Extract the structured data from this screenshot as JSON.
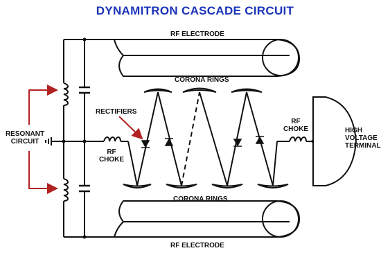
{
  "title": "DYNAMITRON CASCADE CIRCUIT",
  "labels": {
    "rf_electrode_top": "RF ELECTRODE",
    "rf_electrode_bottom": "RF ELECTRODE",
    "corona_rings_top": "CORONA RINGS",
    "corona_rings_bottom": "CORONA RINGS",
    "rectifiers": "RECTIFIERS",
    "resonant_circuit_line1": "RESONANT",
    "resonant_circuit_line2": "CIRCUIT",
    "rf_choke_left_line1": "RF",
    "rf_choke_left_line2": "CHOKE",
    "rf_choke_right_line1": "RF",
    "rf_choke_right_line2": "CHOKE",
    "hv_terminal_line1": "HIGH",
    "hv_terminal_line2": "VOLTAGE",
    "hv_terminal_line3": "TERMINAL"
  },
  "colors": {
    "title": "#1a33b8",
    "lines": "#111111",
    "arrows": "#b22222"
  }
}
